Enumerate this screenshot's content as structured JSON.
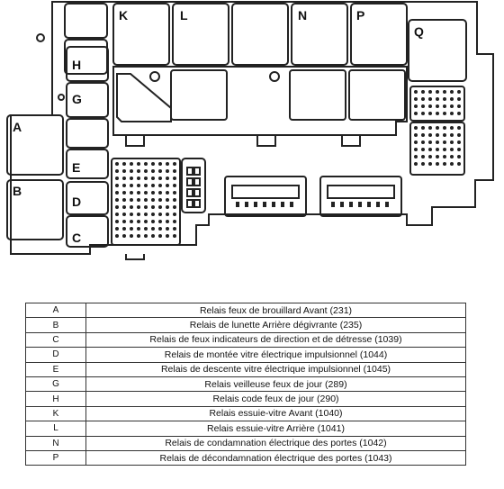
{
  "fuse_box_labels": {
    "K": "K",
    "L": "L",
    "N": "N",
    "P": "P",
    "Q": "Q",
    "H": "H",
    "G": "G",
    "A": "A",
    "E": "E",
    "B": "B",
    "D": "D",
    "C": "C"
  },
  "legend": [
    {
      "code": "A",
      "description": "Relais feux de brouillard Avant (231)"
    },
    {
      "code": "B",
      "description": "Relais de lunette Arrière dégivrante (235)"
    },
    {
      "code": "C",
      "description": "Relais de feux indicateurs de direction et de détresse (1039)"
    },
    {
      "code": "D",
      "description": "Relais de montée vitre électrique impulsionnel (1044)"
    },
    {
      "code": "E",
      "description": "Relais de descente vitre électrique impulsionnel (1045)"
    },
    {
      "code": "G",
      "description": "Relais veilleuse feux de jour (289)"
    },
    {
      "code": "H",
      "description": "Relais code feux de jour (290)"
    },
    {
      "code": "K",
      "description": "Relais essuie-vitre Avant (1040)"
    },
    {
      "code": "L",
      "description": "Relais essuie-vitre Arrière (1041)"
    },
    {
      "code": "N",
      "description": "Relais de condamnation électrique des portes (1042)"
    },
    {
      "code": "P",
      "description": "Relais de décondamnation électrique des portes (1043)"
    }
  ]
}
